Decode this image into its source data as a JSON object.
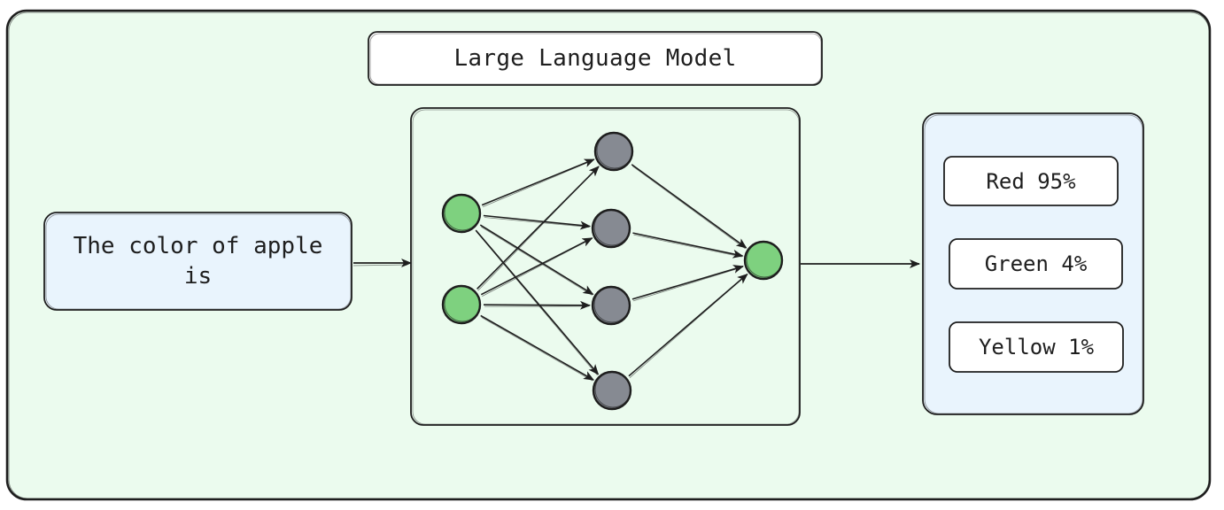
{
  "title": "Large Language Model",
  "input": {
    "text": "The color of apple is"
  },
  "outputs": [
    {
      "label": "Red 95%"
    },
    {
      "label": "Green 4%"
    },
    {
      "label": "Yellow 1%"
    }
  ],
  "network": {
    "input_nodes": 2,
    "hidden_nodes": 4,
    "output_nodes": 1,
    "input_node_color": "#7ed17f",
    "hidden_node_color": "#868a92",
    "output_node_color": "#7ed17f"
  },
  "colors": {
    "outer_fill": "#ebfbee",
    "panel_fill": "#e9f4fd",
    "stroke": "#1e1e1e",
    "white": "#ffffff"
  }
}
